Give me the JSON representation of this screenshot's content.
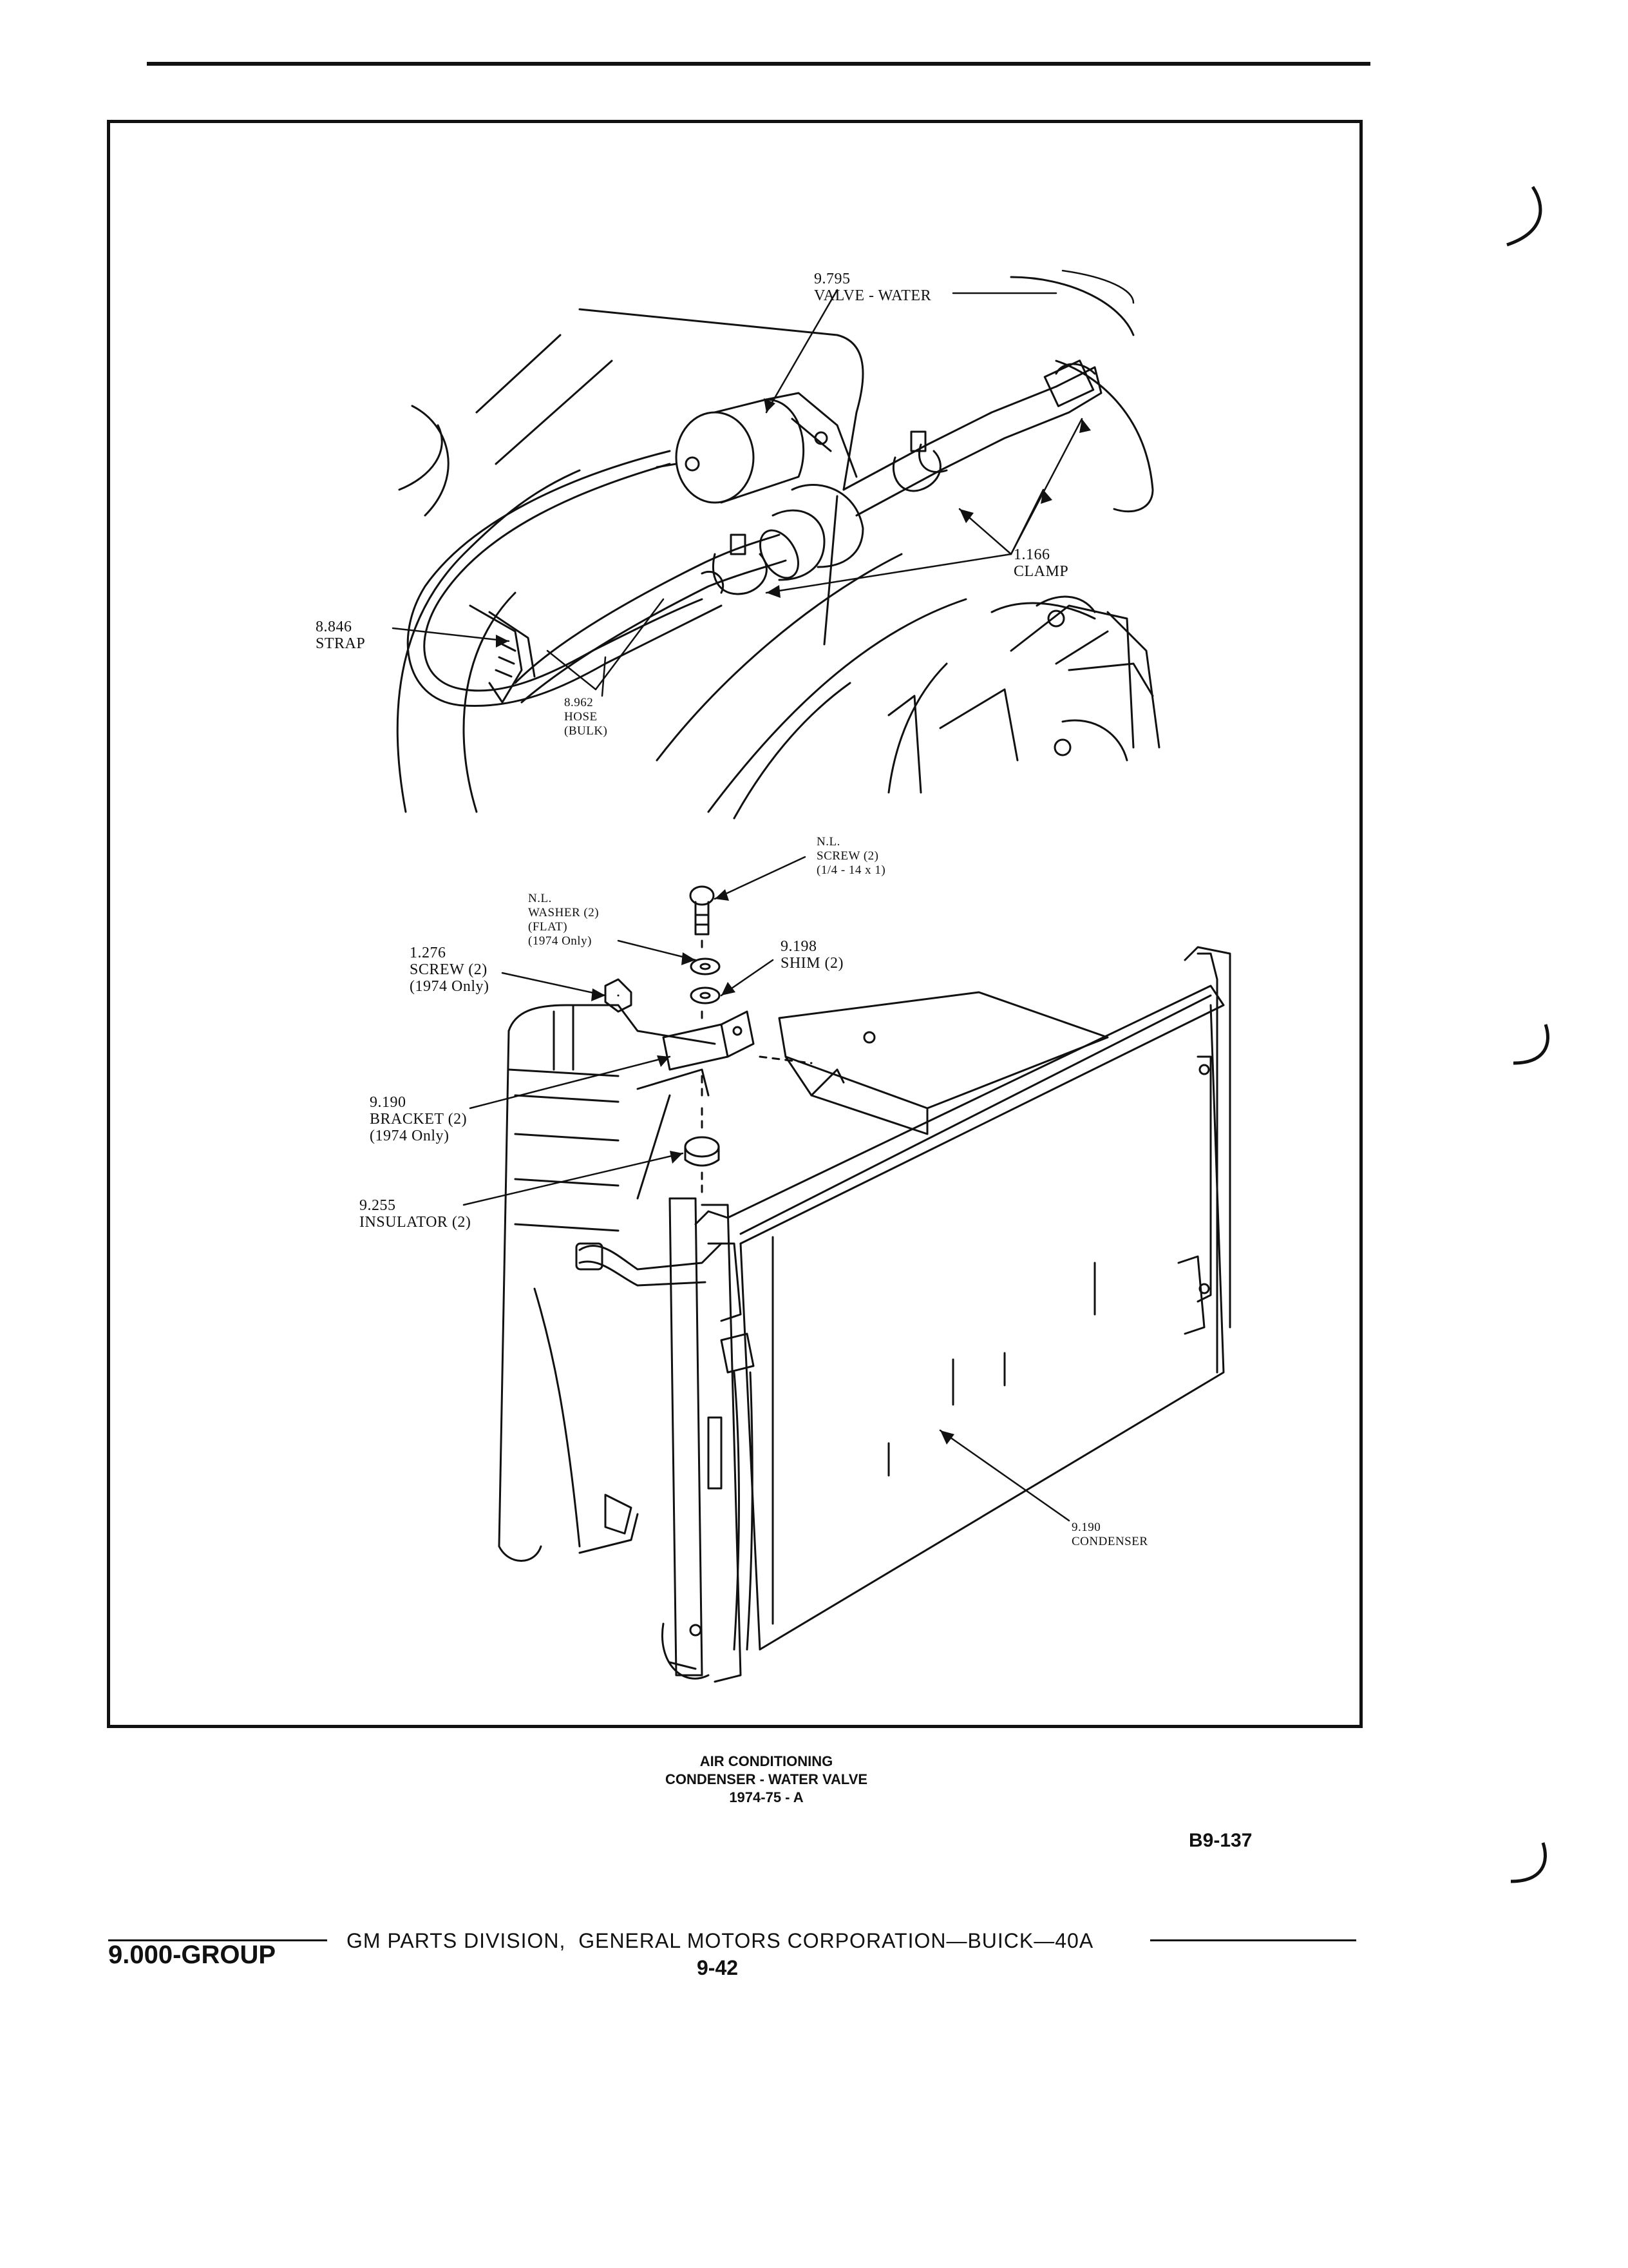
{
  "diagram": {
    "callouts": {
      "valve_water": {
        "part": "9.795",
        "name": "VALVE - WATER"
      },
      "clamp": {
        "part": "1.166",
        "name": "CLAMP"
      },
      "strap": {
        "part": "8.846",
        "name": "STRAP"
      },
      "hose": {
        "part": "8.962",
        "name": "HOSE",
        "note": "(BULK)"
      },
      "screw_nl": {
        "part": "N.L.",
        "name": "SCREW (2)",
        "note": "(1/4 - 14 x 1)"
      },
      "washer": {
        "part": "N.L.",
        "name": "WASHER (2)",
        "note1": "(FLAT)",
        "note2": "(1974 Only)"
      },
      "shim": {
        "part": "9.198",
        "name": "SHIM (2)"
      },
      "screw": {
        "part": "1.276",
        "name": "SCREW (2)",
        "note": "(1974 Only)"
      },
      "bracket": {
        "part": "9.190",
        "name": "BRACKET (2)",
        "note": "(1974 Only)"
      },
      "insulator": {
        "part": "9.255",
        "name": "INSULATOR (2)"
      },
      "condenser": {
        "part": "9.190",
        "name": "CONDENSER"
      }
    }
  },
  "caption": {
    "line1": "AIR CONDITIONING",
    "line2": "CONDENSER - WATER VALVE",
    "line3": "1974-75 - A"
  },
  "page_ref": "B9-137",
  "footer": {
    "group": "9.000-GROUP",
    "corporation": "GM PARTS DIVISION,  GENERAL MOTORS CORPORATION—BUICK—40A",
    "page": "9-42"
  }
}
